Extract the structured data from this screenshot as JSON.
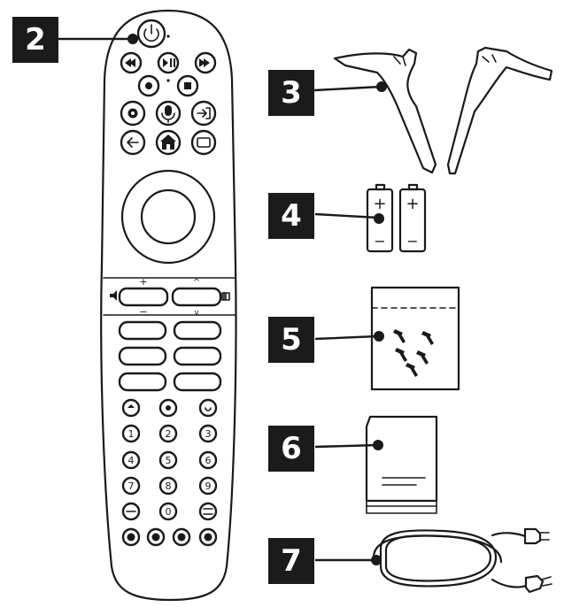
{
  "callouts": [
    {
      "label": "2",
      "item": "remote-control"
    },
    {
      "label": "3",
      "item": "stand-legs"
    },
    {
      "label": "4",
      "item": "batteries"
    },
    {
      "label": "5",
      "item": "screw-bag"
    },
    {
      "label": "6",
      "item": "manual"
    },
    {
      "label": "7",
      "item": "power-cable"
    }
  ],
  "remote": {
    "row_top_icons": [
      "rewind-icon",
      "play-pause-icon",
      "fast-forward-icon"
    ],
    "row_record_icons": [
      "record-icon",
      "stop-icon"
    ],
    "row_middle_icons": [
      "settings-icon",
      "microphone-icon",
      "input-icon"
    ],
    "row_nav_icons": [
      "back-icon",
      "home-icon",
      "guide-icon"
    ],
    "rocker_signs": {
      "volume_up": "+",
      "volume_down": "−",
      "channel_up": "^",
      "channel_down": "v"
    },
    "number_keys": [
      "1",
      "2",
      "3",
      "4",
      "5",
      "6",
      "7",
      "8",
      "9",
      "0"
    ]
  },
  "battery_signs": {
    "plus": "+",
    "minus": "−"
  }
}
